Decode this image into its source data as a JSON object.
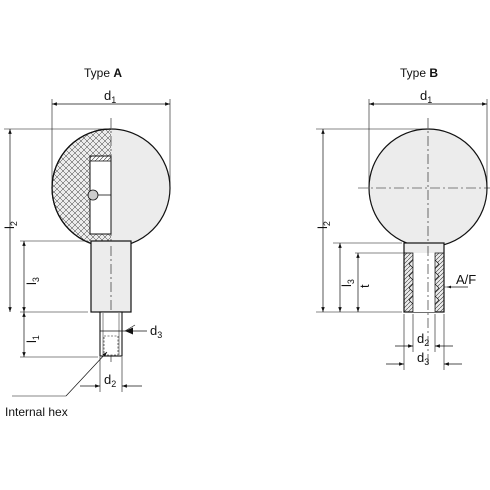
{
  "type_a": {
    "title_prefix": "Type ",
    "title_letter": "A",
    "d1": {
      "main": "d",
      "sub": "1"
    },
    "l2": {
      "main": "l",
      "sub": "2"
    },
    "l3": {
      "main": "l",
      "sub": "3"
    },
    "l1": {
      "main": "l",
      "sub": "1"
    },
    "d3": {
      "main": "d",
      "sub": "3"
    },
    "d2": {
      "main": "d",
      "sub": "2"
    },
    "callout": "Internal hex"
  },
  "type_b": {
    "title_prefix": "Type ",
    "title_letter": "B",
    "d1": {
      "main": "d",
      "sub": "1"
    },
    "l2": {
      "main": "l",
      "sub": "2"
    },
    "l3": {
      "main": "l",
      "sub": "3"
    },
    "t": "t",
    "af": "A/F",
    "d2": {
      "main": "d",
      "sub": "2"
    },
    "d3": {
      "main": "d",
      "sub": "3"
    }
  },
  "colors": {
    "line": "#111111",
    "fill": "#ececec"
  }
}
